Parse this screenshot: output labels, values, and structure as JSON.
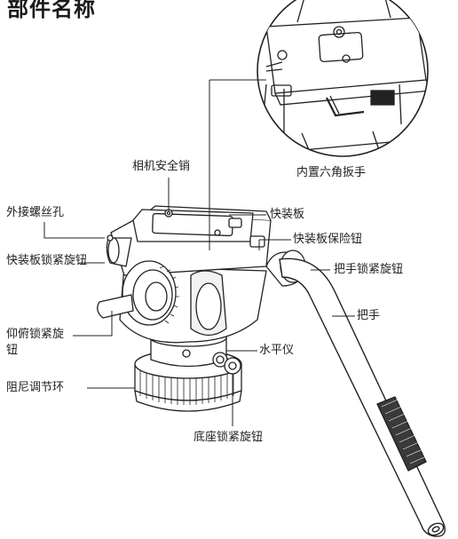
{
  "title": "部件名称",
  "labels": {
    "inner_hex_wrench": "内置六角扳手",
    "camera_safety_pin": "相机安全销",
    "external_screw_hole": "外接螺丝孔",
    "quick_plate": "快装板",
    "quick_plate_lock_knob": "快装板锁紧旋钮",
    "quick_plate_safety_button": "快装板保险钮",
    "handle_lock_knob": "把手锁紧旋钮",
    "handle": "把手",
    "tilt_lock_knob": "仰俯锁紧旋钮",
    "bubble_level": "水平仪",
    "damping_ring": "阻尼调节环",
    "base_lock_knob": "底座锁紧旋钮"
  },
  "colors": {
    "line": "#222222",
    "text": "#222222",
    "fill": "#ffffff",
    "shade": "#cfcfcf"
  }
}
